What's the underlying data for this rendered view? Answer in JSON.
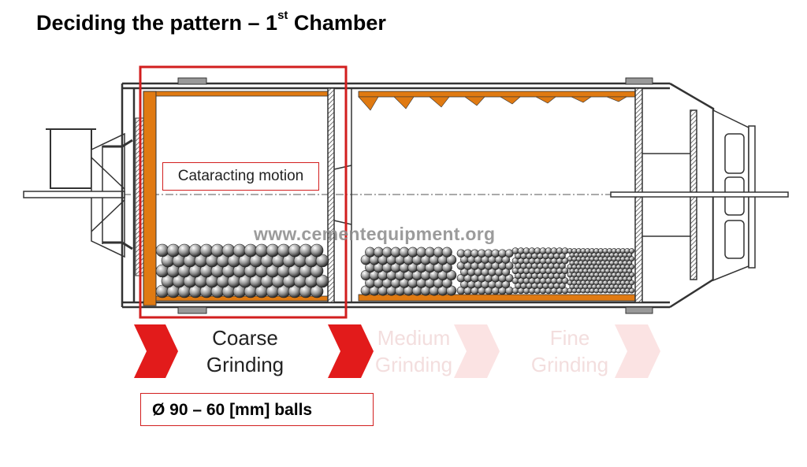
{
  "title": {
    "main": "Deciding the pattern – 1",
    "sup": "st",
    "rest": " Chamber"
  },
  "cataracting_label": "Cataracting motion",
  "watermark": "www.cementequipment.org",
  "stages": [
    {
      "line1": "Coarse",
      "line2": "Grinding"
    },
    {
      "line1": "Medium",
      "line2": "Grinding"
    },
    {
      "line1": "Fine",
      "line2": "Grinding"
    }
  ],
  "balls_label": "Ø 90 – 60 [mm] balls",
  "colors": {
    "highlight_red": "#d21e1e",
    "liner_orange": "#e07a12",
    "arrow_red": "#e21b1b",
    "arrow_faded": "#fbe3e3"
  }
}
